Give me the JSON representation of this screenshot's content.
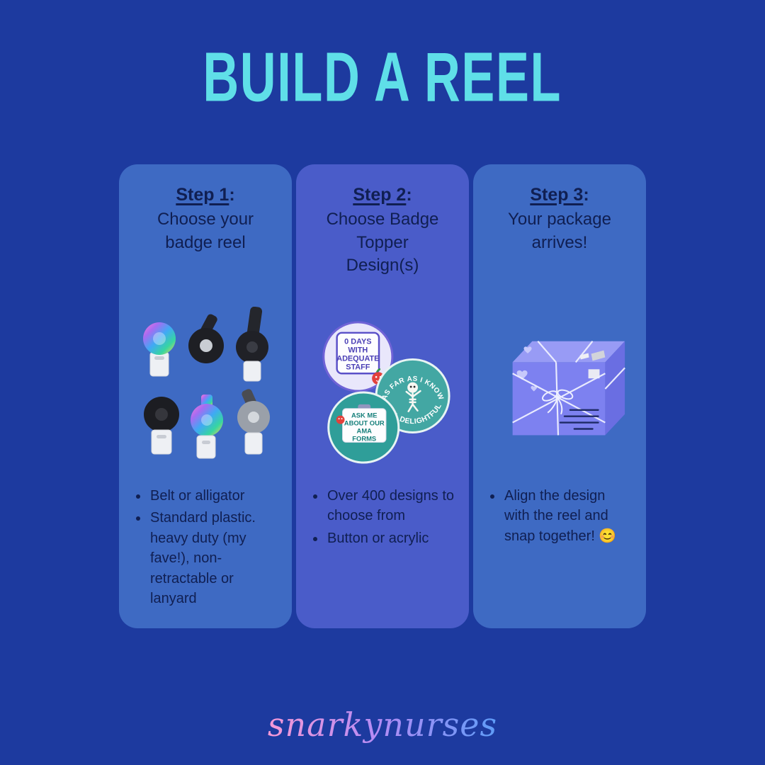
{
  "page": {
    "title": "BUILD A REEL",
    "label_suffix": ":",
    "footer_brand": "snarkynurses"
  },
  "colors": {
    "background": "#1d3a9f",
    "title_cyan": "#5fdfe8",
    "card_blue": "#3e6ac3",
    "card_indigo": "#4a5cc9",
    "text_navy": "#101f52",
    "brand_gradient": [
      "#f799d6",
      "#b48cf5",
      "#5e9cf7"
    ]
  },
  "steps": [
    {
      "label": "Step 1",
      "heading": "Choose your badge reel",
      "art": "badge-reels-photo",
      "bullets": [
        "Belt or alligator",
        "Standard plastic. heavy duty (my fave!), non-retractable or lanyard"
      ]
    },
    {
      "label": "Step 2",
      "heading": "Choose Badge Topper Design(s)",
      "art": "badge-topper-buttons-photo",
      "badges": {
        "days": {
          "lines": [
            "0 DAYS",
            "WITH",
            "ADEQUATE",
            "STAFF"
          ]
        },
        "ama": {
          "lines": [
            "ASK ME",
            "ABOUT OUR",
            "AMA",
            "FORMS"
          ]
        },
        "delightful": {
          "arc_top": "AS FAR AS I KNOW",
          "arc_bottom": "I'M ✦ DELIGHTFUL"
        }
      },
      "bullets": [
        "Over 400 designs to choose from",
        "Button or acrylic"
      ]
    },
    {
      "label": "Step 3",
      "heading": "Your package arrives!",
      "art": "gift-wrapped-package-illustration",
      "bullets": [
        "Align the design with the reel and snap together! 😊"
      ]
    }
  ]
}
